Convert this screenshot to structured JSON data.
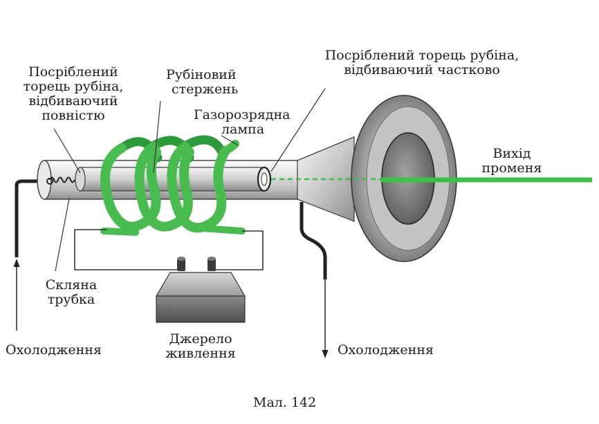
{
  "labels": {
    "mirror_full": [
      "Посріблений",
      "торець рубіна,",
      "відбиваючий",
      "повністю"
    ],
    "ruby_rod": [
      "Рубіновий",
      "стержень"
    ],
    "lamp": [
      "Газорозрядна",
      "лампа"
    ],
    "mirror_partial": [
      "Посріблений торець рубіна,",
      "відбиваючий частково"
    ],
    "beam_out": [
      "Вихід",
      "променя"
    ],
    "glass_tube": [
      "Скляна",
      "трубка"
    ],
    "cooling_in": "Охолодження",
    "power_supply": [
      "Джерело",
      "живлення"
    ],
    "cooling_out": "Охолодження"
  },
  "caption": "Мал. 142",
  "colors": {
    "beam": "#3cc04a",
    "lamp_coil": "#4fc256",
    "lamp_coil_dark": "#2e9b3a",
    "metal": "#9a9a9a",
    "wire": "#333333"
  }
}
